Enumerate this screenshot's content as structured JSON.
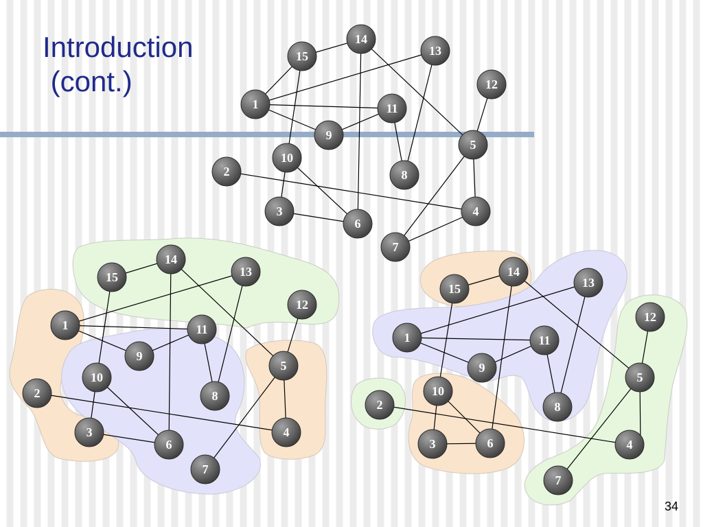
{
  "slide": {
    "title_line1": "Introduction",
    "title_line2": " (cont.)",
    "page_number": "34"
  },
  "colors": {
    "title": "#1f2a8a",
    "rule": "#94acc8",
    "node_fill_light": "#a3a3a3",
    "node_fill_dark": "#3c3c3c",
    "edge": "#000000",
    "region_green": "#e6f7de",
    "region_orange": "#fbe4cc",
    "region_blue": "#e2e2fa"
  },
  "graph": {
    "nodes": [
      "1",
      "2",
      "3",
      "4",
      "5",
      "6",
      "7",
      "8",
      "9",
      "10",
      "11",
      "12",
      "13",
      "14",
      "15"
    ],
    "edges": [
      [
        "15",
        "14"
      ],
      [
        "15",
        "1"
      ],
      [
        "15",
        "10"
      ],
      [
        "14",
        "6"
      ],
      [
        "14",
        "5"
      ],
      [
        "13",
        "1"
      ],
      [
        "13",
        "8"
      ],
      [
        "12",
        "5"
      ],
      [
        "1",
        "11"
      ],
      [
        "1",
        "9"
      ],
      [
        "11",
        "9"
      ],
      [
        "11",
        "8"
      ],
      [
        "10",
        "3"
      ],
      [
        "10",
        "6"
      ],
      [
        "2",
        "4"
      ],
      [
        "3",
        "6"
      ],
      [
        "5",
        "4"
      ],
      [
        "5",
        "7"
      ],
      [
        "7",
        "4"
      ]
    ]
  }
}
